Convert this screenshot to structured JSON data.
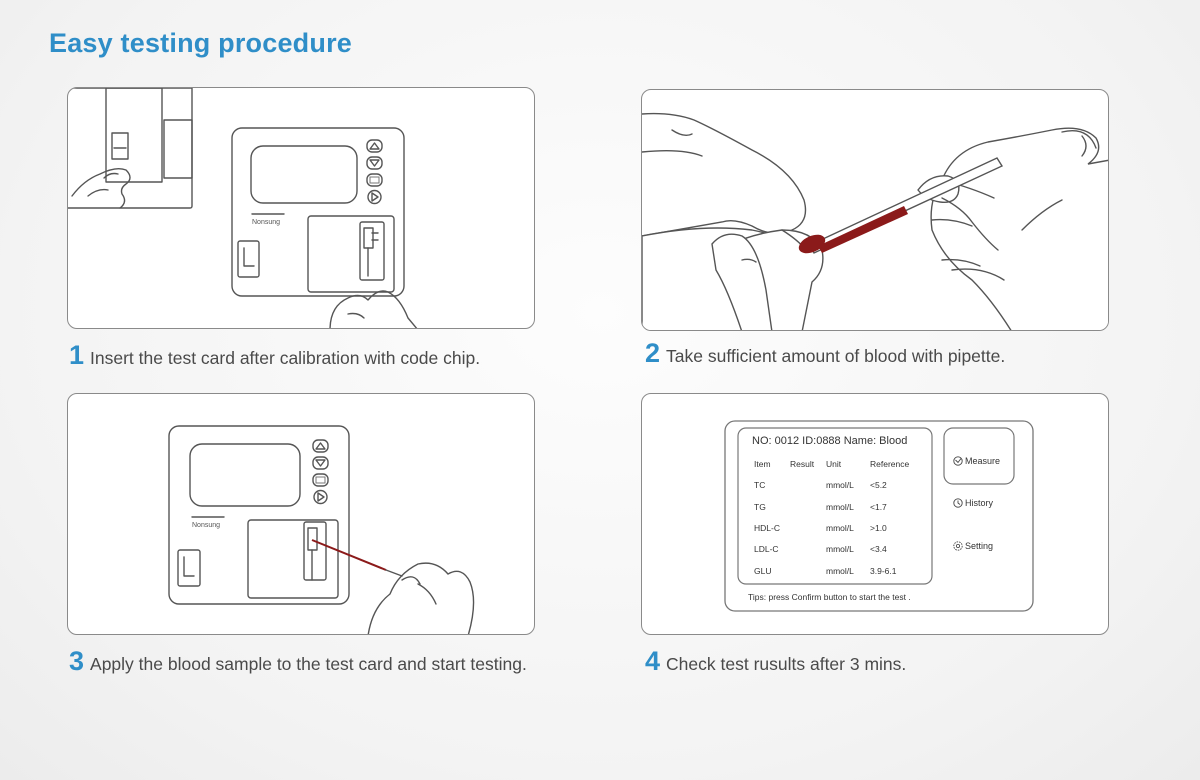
{
  "title": "Easy testing procedure",
  "steps": [
    {
      "number": "1",
      "text": "Insert the test card after calibration with code chip."
    },
    {
      "number": "2",
      "text": "Take sufficient amount of blood with pipette."
    },
    {
      "number": "3",
      "text": "Apply the blood sample to the test card and start testing."
    },
    {
      "number": "4",
      "text": "Check test rusults after 3 mins."
    }
  ],
  "device": {
    "brand": "Nonsung"
  },
  "screen": {
    "header": "NO: 0012 ID:0888 Name:  Blood",
    "columns": [
      "Item",
      "Result",
      "Unit",
      "Reference"
    ],
    "rows": [
      {
        "item": "TC",
        "unit": "mmol/L",
        "ref": "<5.2"
      },
      {
        "item": "TG",
        "unit": "mmol/L",
        "ref": "<1.7"
      },
      {
        "item": "HDL-C",
        "unit": "mmol/L",
        "ref": ">1.0"
      },
      {
        "item": "LDL-C",
        "unit": "mmol/L",
        "ref": "<3.4"
      },
      {
        "item": "GLU",
        "unit": "mmol/L",
        "ref": "3.9-6.1"
      }
    ],
    "menu": {
      "measure": "Measure",
      "history": "History",
      "setting": "Setting"
    },
    "tips": "Tips: press Confirm button to start the test ."
  },
  "colors": {
    "accent": "#2f8ec8",
    "blood": "#8b1a1a"
  }
}
